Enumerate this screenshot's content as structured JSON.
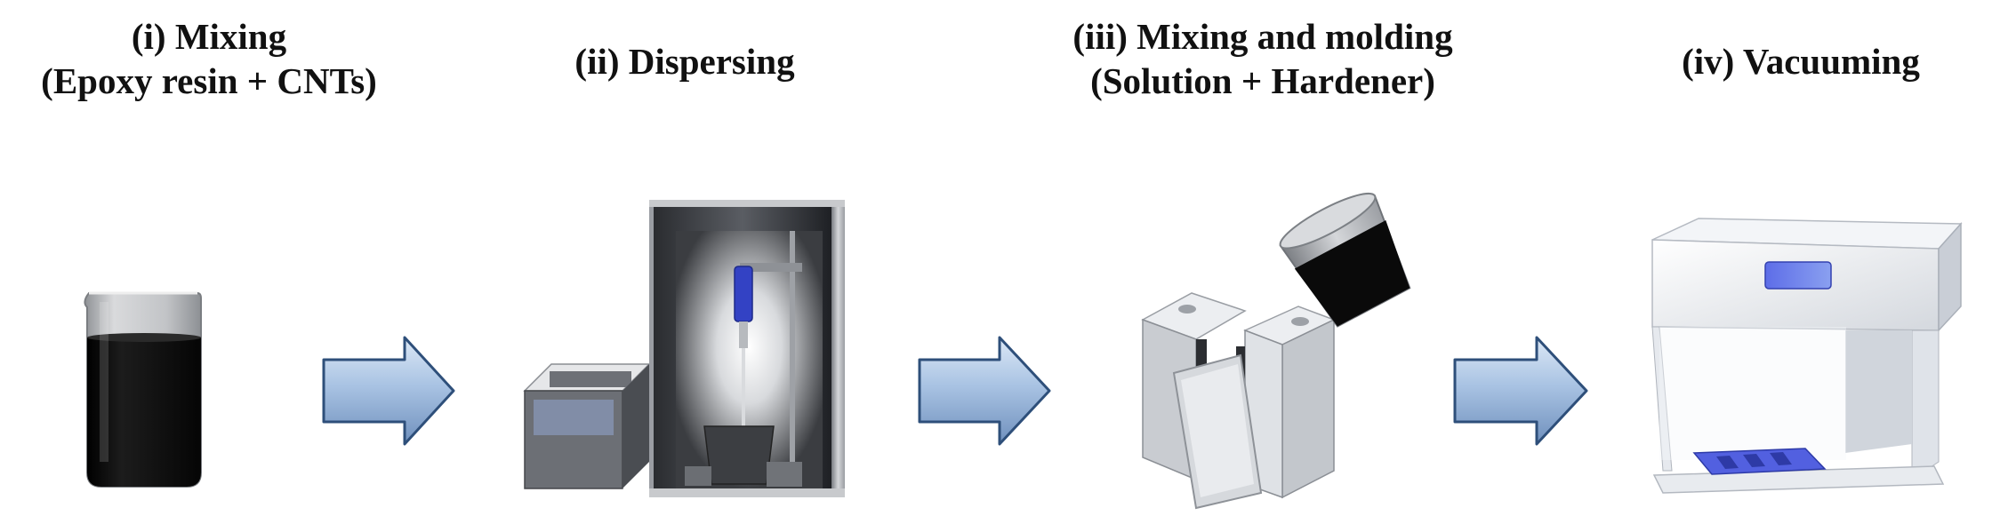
{
  "steps": [
    {
      "line1": "(i) Mixing",
      "line2": "(Epoxy resin + CNTs)",
      "icon": "beaker-icon"
    },
    {
      "line1": "(ii) Dispersing",
      "line2": "",
      "icon": "ultrasonic-disperser-icon"
    },
    {
      "line1": "(iii) Mixing  and molding",
      "line2": "(Solution + Hardener)",
      "icon": "mold-pouring-icon"
    },
    {
      "line1": "(iv) Vacuuming",
      "line2": "",
      "icon": "vacuum-chamber-icon"
    }
  ],
  "colors": {
    "arrow_fill": "#a9c3e3",
    "arrow_edge": "#2e4f7a",
    "liquid": "#0b0b0b",
    "device_gray": "#b9bcc2",
    "accent_blue": "#3e4fd0"
  }
}
